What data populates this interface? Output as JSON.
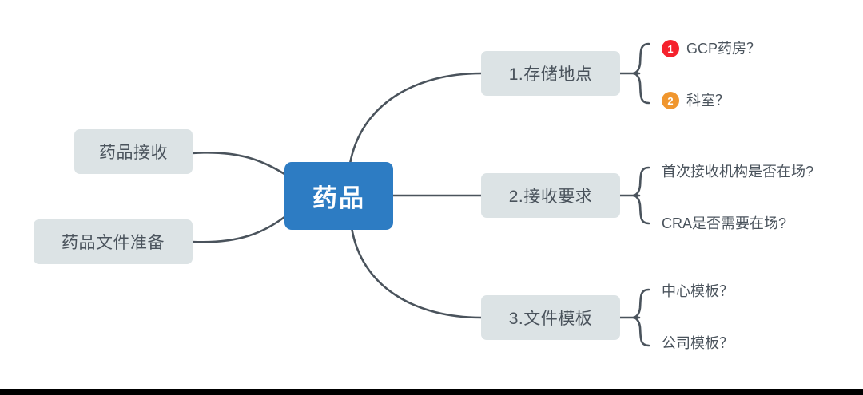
{
  "diagram": {
    "type": "mind-map",
    "colors": {
      "center_fill": "#2d7cc3",
      "center_text": "#ffffff",
      "node_fill": "#dce3e5",
      "node_text": "#4a535c",
      "edge": "#4a535c",
      "badge_1": "#f5222d",
      "badge_2": "#f0962e",
      "background": "#ffffff"
    },
    "center": {
      "label": "药品"
    },
    "left_branches": [
      {
        "label": "药品接收"
      },
      {
        "label": "药品文件准备"
      }
    ],
    "right_branches": [
      {
        "label": "1.存储地点",
        "leaves": [
          {
            "badge": "1",
            "badge_color": "#f5222d",
            "text": "GCP药房？"
          },
          {
            "badge": "2",
            "badge_color": "#f0962e",
            "text": "科室？"
          }
        ]
      },
      {
        "label": "2.接收要求",
        "leaves": [
          {
            "badge": "",
            "badge_color": "",
            "text": "首次接收机构是否在场?"
          },
          {
            "badge": "",
            "badge_color": "",
            "text": "CRA是否需要在场?"
          }
        ]
      },
      {
        "label": "3.文件模板",
        "leaves": [
          {
            "badge": "",
            "badge_color": "",
            "text": "中心模板？"
          },
          {
            "badge": "",
            "badge_color": "",
            "text": "公司模板？"
          }
        ]
      }
    ]
  }
}
